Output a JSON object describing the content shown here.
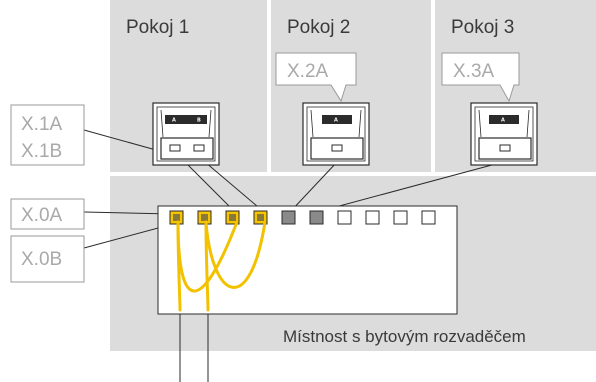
{
  "rooms": [
    {
      "label": "Pokoj 1"
    },
    {
      "label": "Pokoj 2"
    },
    {
      "label": "Pokoj 3"
    }
  ],
  "outlets": [
    {
      "label_a": "A",
      "label_b": "B"
    },
    {
      "label_a": "A"
    },
    {
      "label_a": "A"
    }
  ],
  "callouts": {
    "x1a": "X.1A",
    "x1b": "X.1B",
    "x2a": "X.2A",
    "x3a": "X.3A",
    "x0a": "X.0A",
    "x0b": "X.0B"
  },
  "panel": {
    "port_count": 10,
    "ports": [
      "yellow",
      "yellow",
      "yellow",
      "yellow",
      "gray",
      "gray",
      "empty",
      "empty",
      "empty",
      "empty"
    ]
  },
  "room_distribution_label": "Místnost s bytovým rozvaděčem",
  "colors": {
    "room_fill": "#dcdcdc",
    "line": "#2b2b2b",
    "callout_border": "#9a9a9a",
    "patch_cable": "#f2c200",
    "port_yellow": "#f7c500",
    "port_gray": "#8a8a8a"
  }
}
